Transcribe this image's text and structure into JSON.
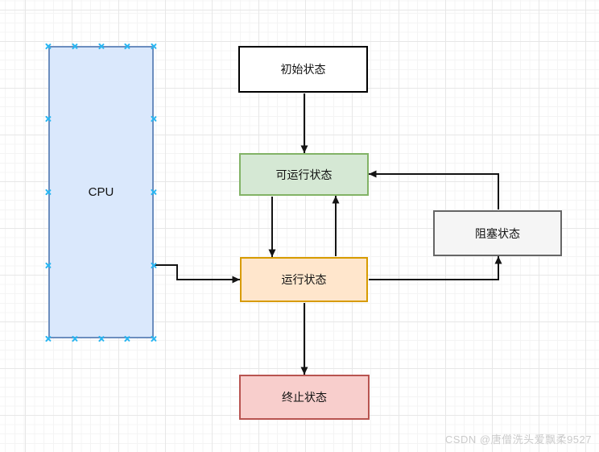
{
  "diagram": {
    "nodes": {
      "cpu": {
        "label": "CPU",
        "fill": "#dae8fc",
        "stroke": "#6c8ebf",
        "selected": true
      },
      "initial": {
        "label": "初始状态",
        "fill": "#ffffff",
        "stroke": "#000000"
      },
      "runnable": {
        "label": "可运行状态",
        "fill": "#d5e8d4",
        "stroke": "#82b366"
      },
      "running": {
        "label": "运行状态",
        "fill": "#ffe6cc",
        "stroke": "#d79b00"
      },
      "blocked": {
        "label": "阻塞状态",
        "fill": "#f5f5f5",
        "stroke": "#666666"
      },
      "terminated": {
        "label": "终止状态",
        "fill": "#f8cecc",
        "stroke": "#b85450"
      }
    },
    "edges": [
      {
        "from": "initial",
        "to": "runnable"
      },
      {
        "from": "runnable",
        "to": "running"
      },
      {
        "from": "running",
        "to": "runnable"
      },
      {
        "from": "cpu",
        "to": "running"
      },
      {
        "from": "running",
        "to": "blocked"
      },
      {
        "from": "blocked",
        "to": "runnable"
      },
      {
        "from": "running",
        "to": "terminated"
      }
    ],
    "selection": {
      "node": "cpu",
      "connection_point_color": "#29b6f2"
    }
  },
  "watermark": {
    "text": "CSDN @唐僧洗头爱飘柔9527",
    "color": "#cbcbcb"
  }
}
